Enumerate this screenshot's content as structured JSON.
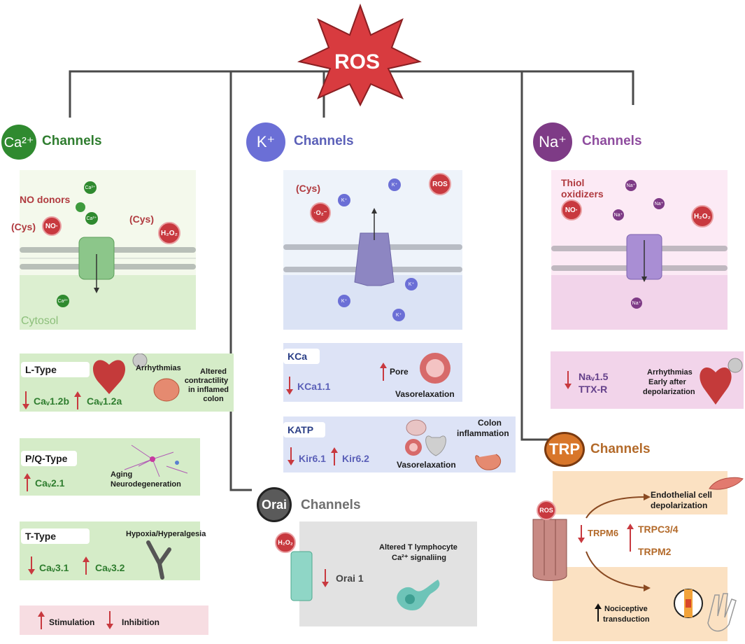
{
  "ros_star": {
    "label": "ROS"
  },
  "ca_section": {
    "ion_symbol": "Ca²⁺",
    "title": "Channels",
    "panel": {
      "no_donors": "NO donors",
      "cys_left": "(Cys)",
      "cys_right": "(Cys)",
      "no_mol": "NO·",
      "h2o2_mol": "H₂O₂",
      "ion_label": "Ca²⁺",
      "cytosol": "Cytosol"
    },
    "l_type": {
      "title": "L-Type",
      "arrhythmias": "Arrhythmias",
      "altered": "Altered",
      "contractility": "contractility",
      "in_inflamed": "in inflamed",
      "colon": "colon",
      "cav12b": "Caᵥ1.2b",
      "cav12a": "Caᵥ1.2a"
    },
    "pq_type": {
      "title": "P/Q-Type",
      "aging": "Aging",
      "neuro": "Neurodegeneration",
      "cav21": "Caᵥ2.1"
    },
    "t_type": {
      "title": "T-Type",
      "hypoxia": "Hypoxia/Hyperalgesia",
      "cav31": "Caᵥ3.1",
      "cav32": "Caᵥ3.2"
    }
  },
  "legend": {
    "stimulation": "Stimulation",
    "inhibition": "Inhibition"
  },
  "k_section": {
    "ion_symbol": "K⁺",
    "title": "Channels",
    "panel": {
      "cys": "(Cys)",
      "o2": "·O₂⁻",
      "ros": "ROS",
      "ion_label": "K⁺"
    },
    "kca": {
      "title": "KCa",
      "channel": "KCa1.1",
      "pore": "Pore",
      "vaso": "Vasorelaxation"
    },
    "katp": {
      "title": "KATP",
      "kir61": "Kir6.1",
      "kir62": "Kir6.2",
      "vaso": "Vasorelaxation",
      "colon": "Colon",
      "inflammation": "inflammation"
    }
  },
  "na_section": {
    "ion_symbol": "Na⁺",
    "title": "Channels",
    "panel": {
      "thiol": "Thiol",
      "oxidizers": "oxidizers",
      "no_mol": "NO·",
      "h2o2_mol": "H₂O₂",
      "ion_label": "Na⁺"
    },
    "box": {
      "nav15": "Naᵥ1.5",
      "ttxr": "TTX-R",
      "arrhythmias": "Arrhythmias",
      "early_after": "Early after",
      "depol": "depolarization"
    }
  },
  "orai_section": {
    "ion_symbol": "Orai",
    "title": "Channels",
    "h2o2_mol": "H₂O₂",
    "orai1": "Orai 1",
    "altered_t": "Altered T lymphocyte",
    "ca_signal": "Ca²⁺ signaliing"
  },
  "trp_section": {
    "ion_symbol": "TRP",
    "title": "Channels",
    "ros": "ROS",
    "endo": "Endothelial cell",
    "depol": "depolarization",
    "trpm6": "TRPM6",
    "trpc34": "TRPC3/4",
    "trpm2": "TRPM2",
    "nociceptive": "Nociceptive",
    "transduction": "transduction"
  },
  "colors": {
    "red_text": "#b03a3f",
    "green_text": "#2f7d2f",
    "blue_text": "#5b60b8",
    "purple_text": "#8e4c9e",
    "orange_text": "#c0651e",
    "ca_circle": "#2f8a2f",
    "k_circle": "#6b6fd6",
    "na_circle": "#7e3b86",
    "orai_circle": "#5a5a5a",
    "trp_circle": "#d8762a"
  }
}
